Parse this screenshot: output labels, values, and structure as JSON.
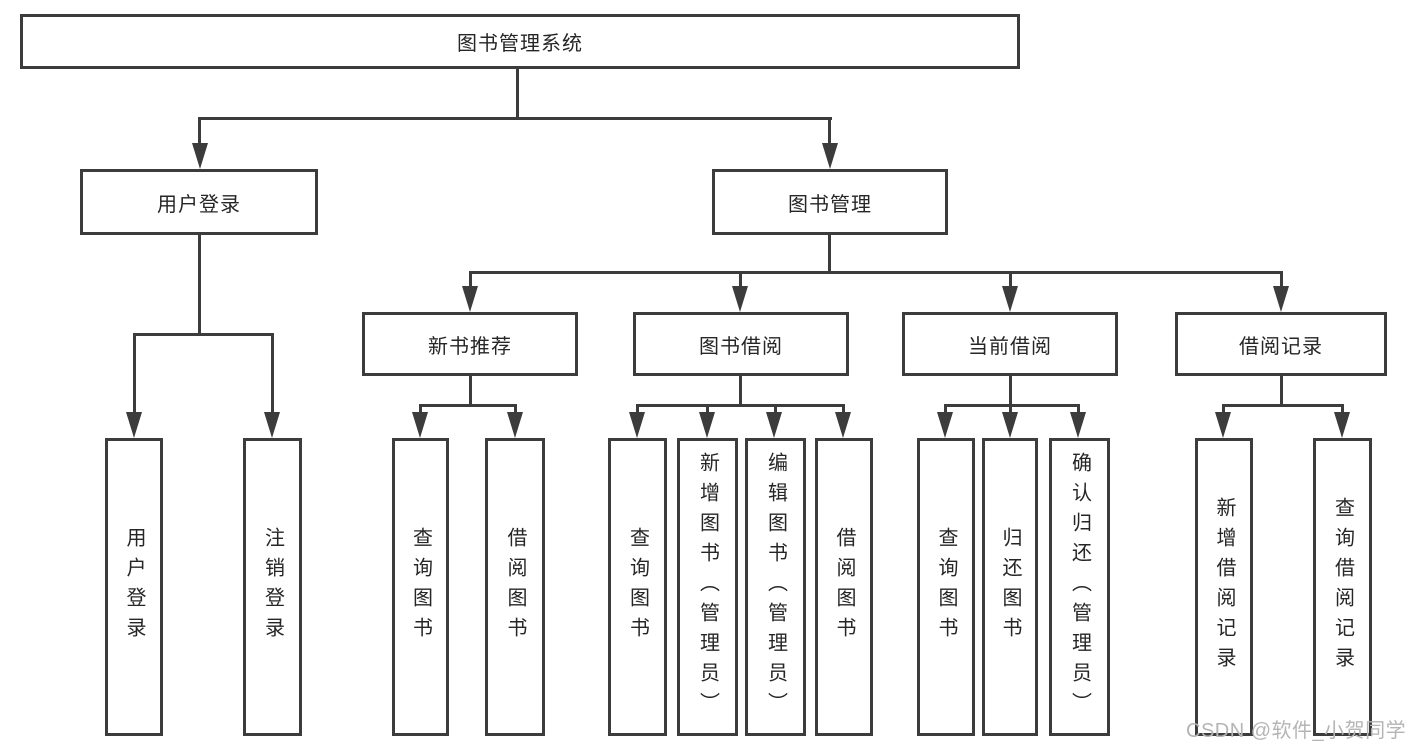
{
  "diagram": {
    "title": "图书管理系统",
    "branches": [
      {
        "label": "用户登录",
        "children": [
          {
            "label": "用户登录"
          },
          {
            "label": "注销登录"
          }
        ]
      },
      {
        "label": "图书管理",
        "children": [
          {
            "label": "新书推荐",
            "children": [
              {
                "label": "查询图书"
              },
              {
                "label": "借阅图书"
              }
            ]
          },
          {
            "label": "图书借阅",
            "children": [
              {
                "label": "查询图书"
              },
              {
                "label": "新增图书（管理员）"
              },
              {
                "label": "编辑图书（管理员）"
              },
              {
                "label": "借阅图书"
              }
            ]
          },
          {
            "label": "当前借阅",
            "children": [
              {
                "label": "查询图书"
              },
              {
                "label": "归还图书"
              },
              {
                "label": "确认归还（管理员）"
              }
            ]
          },
          {
            "label": "借阅记录",
            "children": [
              {
                "label": "新增借阅记录"
              },
              {
                "label": "查询借阅记录"
              }
            ]
          }
        ]
      }
    ]
  },
  "watermark": {
    "text": "CSDN @软件_小贺同学"
  },
  "colors": {
    "line": "#3c3c3c",
    "box_border": "#3c3c3c",
    "box_fill": "#ffffff",
    "text": "#262626",
    "watermark": "#b5b5b5",
    "background": "#ffffff"
  }
}
